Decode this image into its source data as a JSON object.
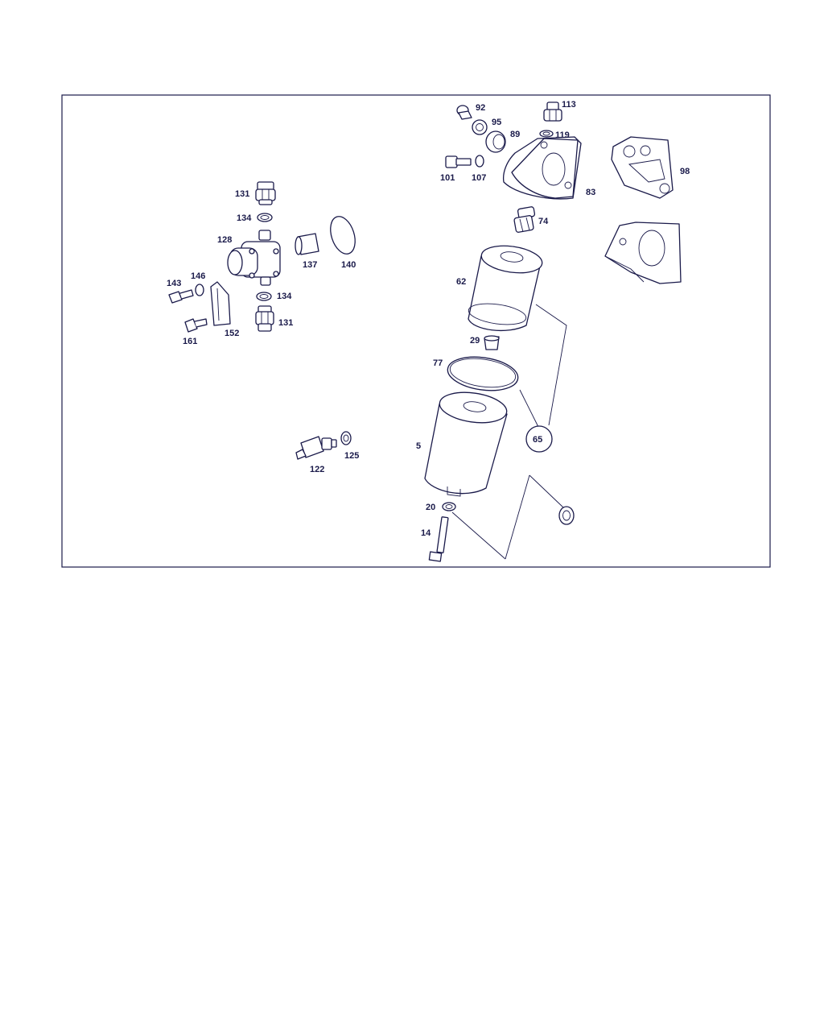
{
  "diagram": {
    "colors": {
      "line": "#1a1a4a",
      "background": "#ffffff"
    },
    "callouts": {
      "p5": "5",
      "p14": "14",
      "p20": "20",
      "p29": "29",
      "p62": "62",
      "p65": "65",
      "p74": "74",
      "p77": "77",
      "p83": "83",
      "p89": "89",
      "p92": "92",
      "p95": "95",
      "p98": "98",
      "p101": "101",
      "p107": "107",
      "p113": "113",
      "p119": "119",
      "p122": "122",
      "p125": "125",
      "p128": "128",
      "p131_top": "131",
      "p131_bottom": "131",
      "p134_top": "134",
      "p134_bottom": "134",
      "p137": "137",
      "p140": "140",
      "p143": "143",
      "p146": "146",
      "p152": "152",
      "p161": "161"
    }
  }
}
